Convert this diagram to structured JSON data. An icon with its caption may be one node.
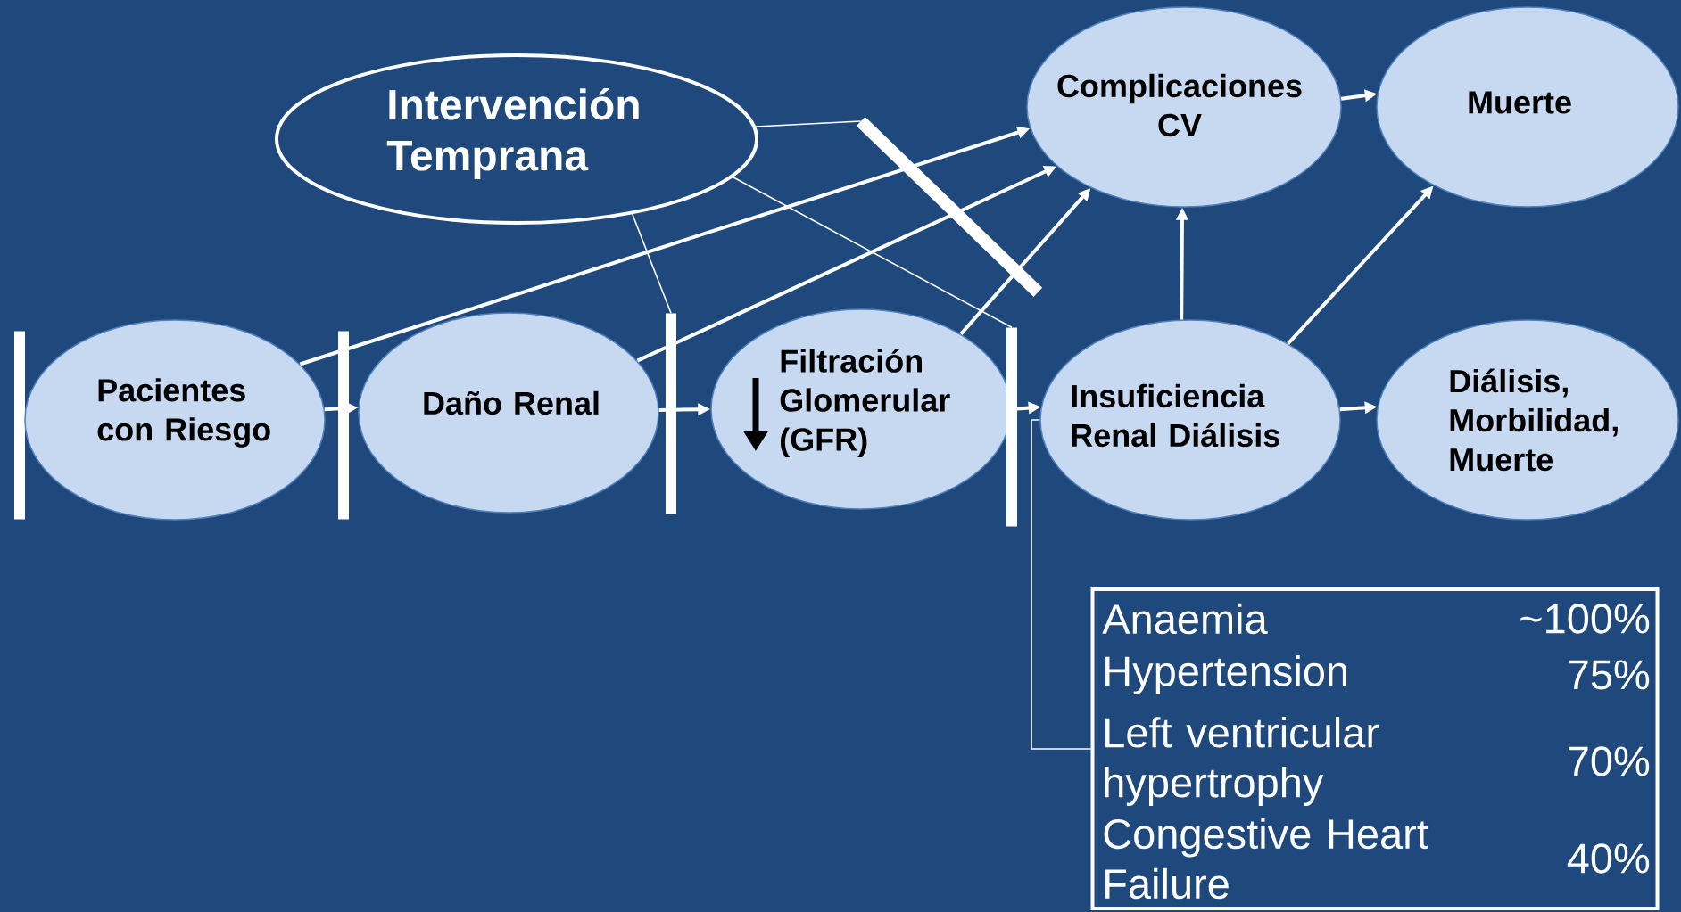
{
  "diagram": {
    "nodes": [
      {
        "text": [
          "Intervención Temprana"
        ]
      },
      {
        "text": [],
        "shape": "bar"
      },
      {
        "text": [
          "Complicaciones CV"
        ]
      },
      {
        "text": [
          "Muerte"
        ]
      },
      {
        "text": [],
        "shape": "bar"
      },
      {
        "text": [
          "Pacientes con Riesgo"
        ]
      },
      {
        "text": [],
        "shape": "bar"
      },
      {
        "text": [
          "Daño Renal"
        ]
      },
      {
        "text": [],
        "shape": "bar"
      },
      {
        "text": [
          "Filtración Glomerular (GFR)"
        ]
      },
      {
        "text": [],
        "shape": "bar"
      },
      {
        "text": [
          "Insuficiencia Renal Diálisis"
        ]
      },
      {
        "text": [
          "Diálisis, Morbilidad, Muerte"
        ]
      },
      {
        "text": [
          "Anaemia",
          "~100%",
          "Hypertension",
          "75%",
          "Left ventricular hypertrophy",
          "70%",
          "Congestive Heart Failure",
          "40%"
        ]
      }
    ],
    "edges": [
      {
        "from": 5,
        "to": 7,
        "arrow": "to"
      },
      {
        "from": 7,
        "to": 9,
        "arrow": "to"
      },
      {
        "from": 9,
        "to": 11,
        "arrow": "to"
      },
      {
        "from": 5,
        "to": 2,
        "arrow": "to"
      },
      {
        "from": 7,
        "to": 2,
        "arrow": "to"
      },
      {
        "from": 9,
        "to": 2,
        "arrow": "to"
      },
      {
        "from": 11,
        "to": 2,
        "arrow": "to"
      },
      {
        "from": 11,
        "to": 3,
        "arrow": "to"
      },
      {
        "from": 2,
        "to": 3,
        "arrow": "to"
      },
      {
        "from": 11,
        "to": 12,
        "arrow": "to"
      },
      {
        "from": 0,
        "to": 1,
        "arrow": "none"
      },
      {
        "from": 0,
        "to": 8,
        "arrow": "none"
      },
      {
        "from": 0,
        "to": 10,
        "arrow": "none"
      },
      {
        "from": 13,
        "to": 11,
        "arrow": "none"
      }
    ]
  }
}
